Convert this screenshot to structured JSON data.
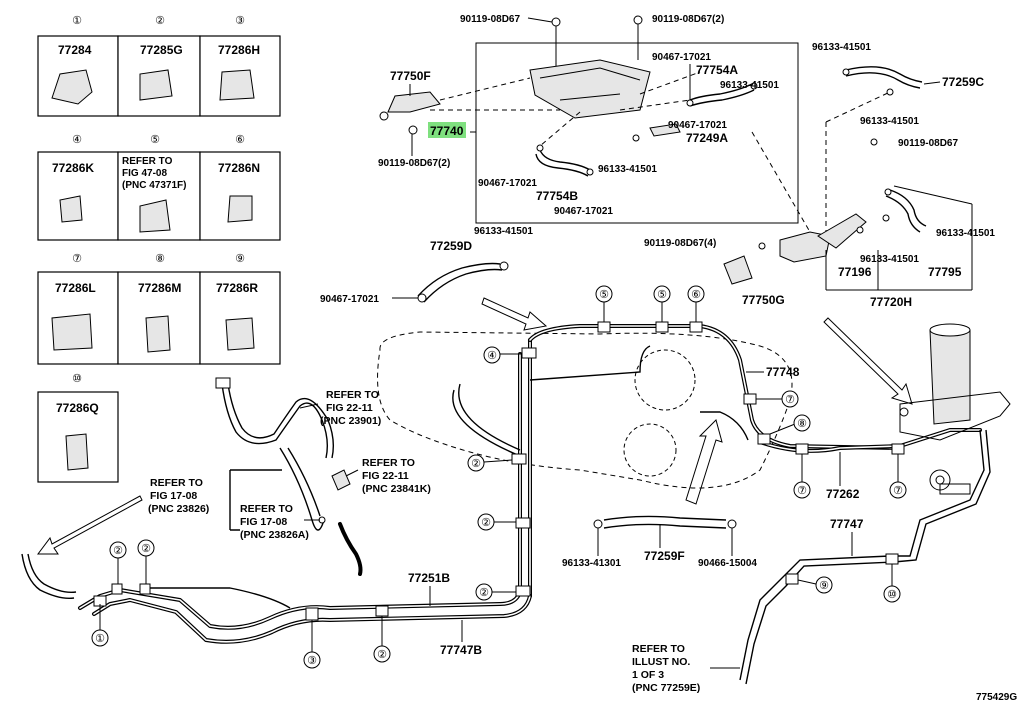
{
  "diagram_id": "775429G",
  "index_cells": [
    {
      "num": "①",
      "part": "77284"
    },
    {
      "num": "②",
      "part": "77285G"
    },
    {
      "num": "③",
      "part": "77286H"
    },
    {
      "num": "④",
      "part": "77286K"
    },
    {
      "num": "⑤",
      "part": "",
      "ref_lines": [
        "REFER TO",
        "FIG 47-08",
        "(PNC 47371F)"
      ]
    },
    {
      "num": "⑥",
      "part": "77286N"
    },
    {
      "num": "⑦",
      "part": "77286L"
    },
    {
      "num": "⑧",
      "part": "77286M"
    },
    {
      "num": "⑨",
      "part": "77286R"
    },
    {
      "num": "⑩",
      "part": "77286Q"
    }
  ],
  "part_labels": {
    "p_90119_08D67_top": "90119-08D67",
    "p_90119_08D67_2_top": "90119-08D67(2)",
    "p_90467_17021_a": "90467-17021",
    "p_77754A": "77754A",
    "p_96133_41501_a": "96133-41501",
    "p_77750F": "77750F",
    "p_77740": "77740",
    "p_90119_08D67_2_left": "90119-08D67(2)",
    "p_90467_17021_b": "90467-17021",
    "p_77249A": "77249A",
    "p_90467_17021_c": "90467-17021",
    "p_96133_41501_b": "96133-41501",
    "p_77754B": "77754B",
    "p_90467_17021_d": "90467-17021",
    "p_96133_41501_tr": "96133-41501",
    "p_77259C": "77259C",
    "p_96133_41501_tr2": "96133-41501",
    "p_90119_08D67_r": "90119-08D67",
    "p_96133_41501_c": "96133-41501",
    "p_77259D": "77259D",
    "p_90467_17021_e": "90467-17021",
    "p_90119_08D67_4": "90119-08D67(4)",
    "p_96133_41501_d": "96133-41501",
    "p_77196": "77196",
    "p_77795": "77795",
    "p_96133_41501_e": "96133-41501",
    "p_77750G": "77750G",
    "p_77720H": "77720H",
    "p_77748": "77748",
    "p_77262": "77262",
    "p_96133_41301": "96133-41301",
    "p_77259F": "77259F",
    "p_90466_15004": "90466-15004",
    "p_77747": "77747",
    "p_77251B": "77251B",
    "p_77747B": "77747B"
  },
  "refer_notes": {
    "fig22_11_23901": [
      "REFER TO",
      "FIG 22-11",
      "(PNC 23901)"
    ],
    "fig22_11_23841K": [
      "REFER TO",
      "FIG 22-11",
      "(PNC 23841K)"
    ],
    "fig17_08_23826": [
      "REFER TO",
      "FIG 17-08",
      "(PNC 23826)"
    ],
    "fig17_08_23826A": [
      "REFER TO",
      "FIG 17-08",
      "(PNC 23826A)"
    ],
    "illust1of3": [
      "REFER TO",
      "ILLUST NO.",
      "1 OF 3",
      "(PNC 77259E)"
    ]
  },
  "callouts": {
    "c1": "①",
    "c2a": "②",
    "c2b": "②",
    "c2c": "②",
    "c2d": "②",
    "c2e": "②",
    "c2f": "②",
    "c3": "③",
    "c4": "④",
    "c5a": "⑤",
    "c5b": "⑤",
    "c6": "⑥",
    "c7a": "⑦",
    "c7b": "⑦",
    "c7c": "⑦",
    "c8": "⑧",
    "c9": "⑨",
    "c10": "⑩"
  },
  "colors": {
    "highlight": "#7fe07f",
    "line": "#000000",
    "background": "#ffffff"
  }
}
